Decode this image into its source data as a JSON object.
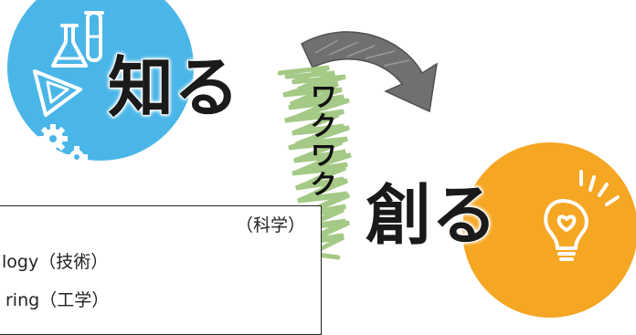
{
  "diagram": {
    "word_know": "知る",
    "word_create": "創る",
    "word_excite": "ワクワク",
    "legend_lines": [
      "（科学）",
      "logy（技術）",
      "ring（工学）"
    ]
  },
  "colors": {
    "know_circle": "#4ab6e8",
    "create_circle": "#f5a623",
    "arrow": "#707070",
    "scribble": "#9cc47a"
  },
  "icons": [
    "flask-icon",
    "triangle-ruler-icon",
    "gears-icon",
    "lightbulb-icon"
  ]
}
